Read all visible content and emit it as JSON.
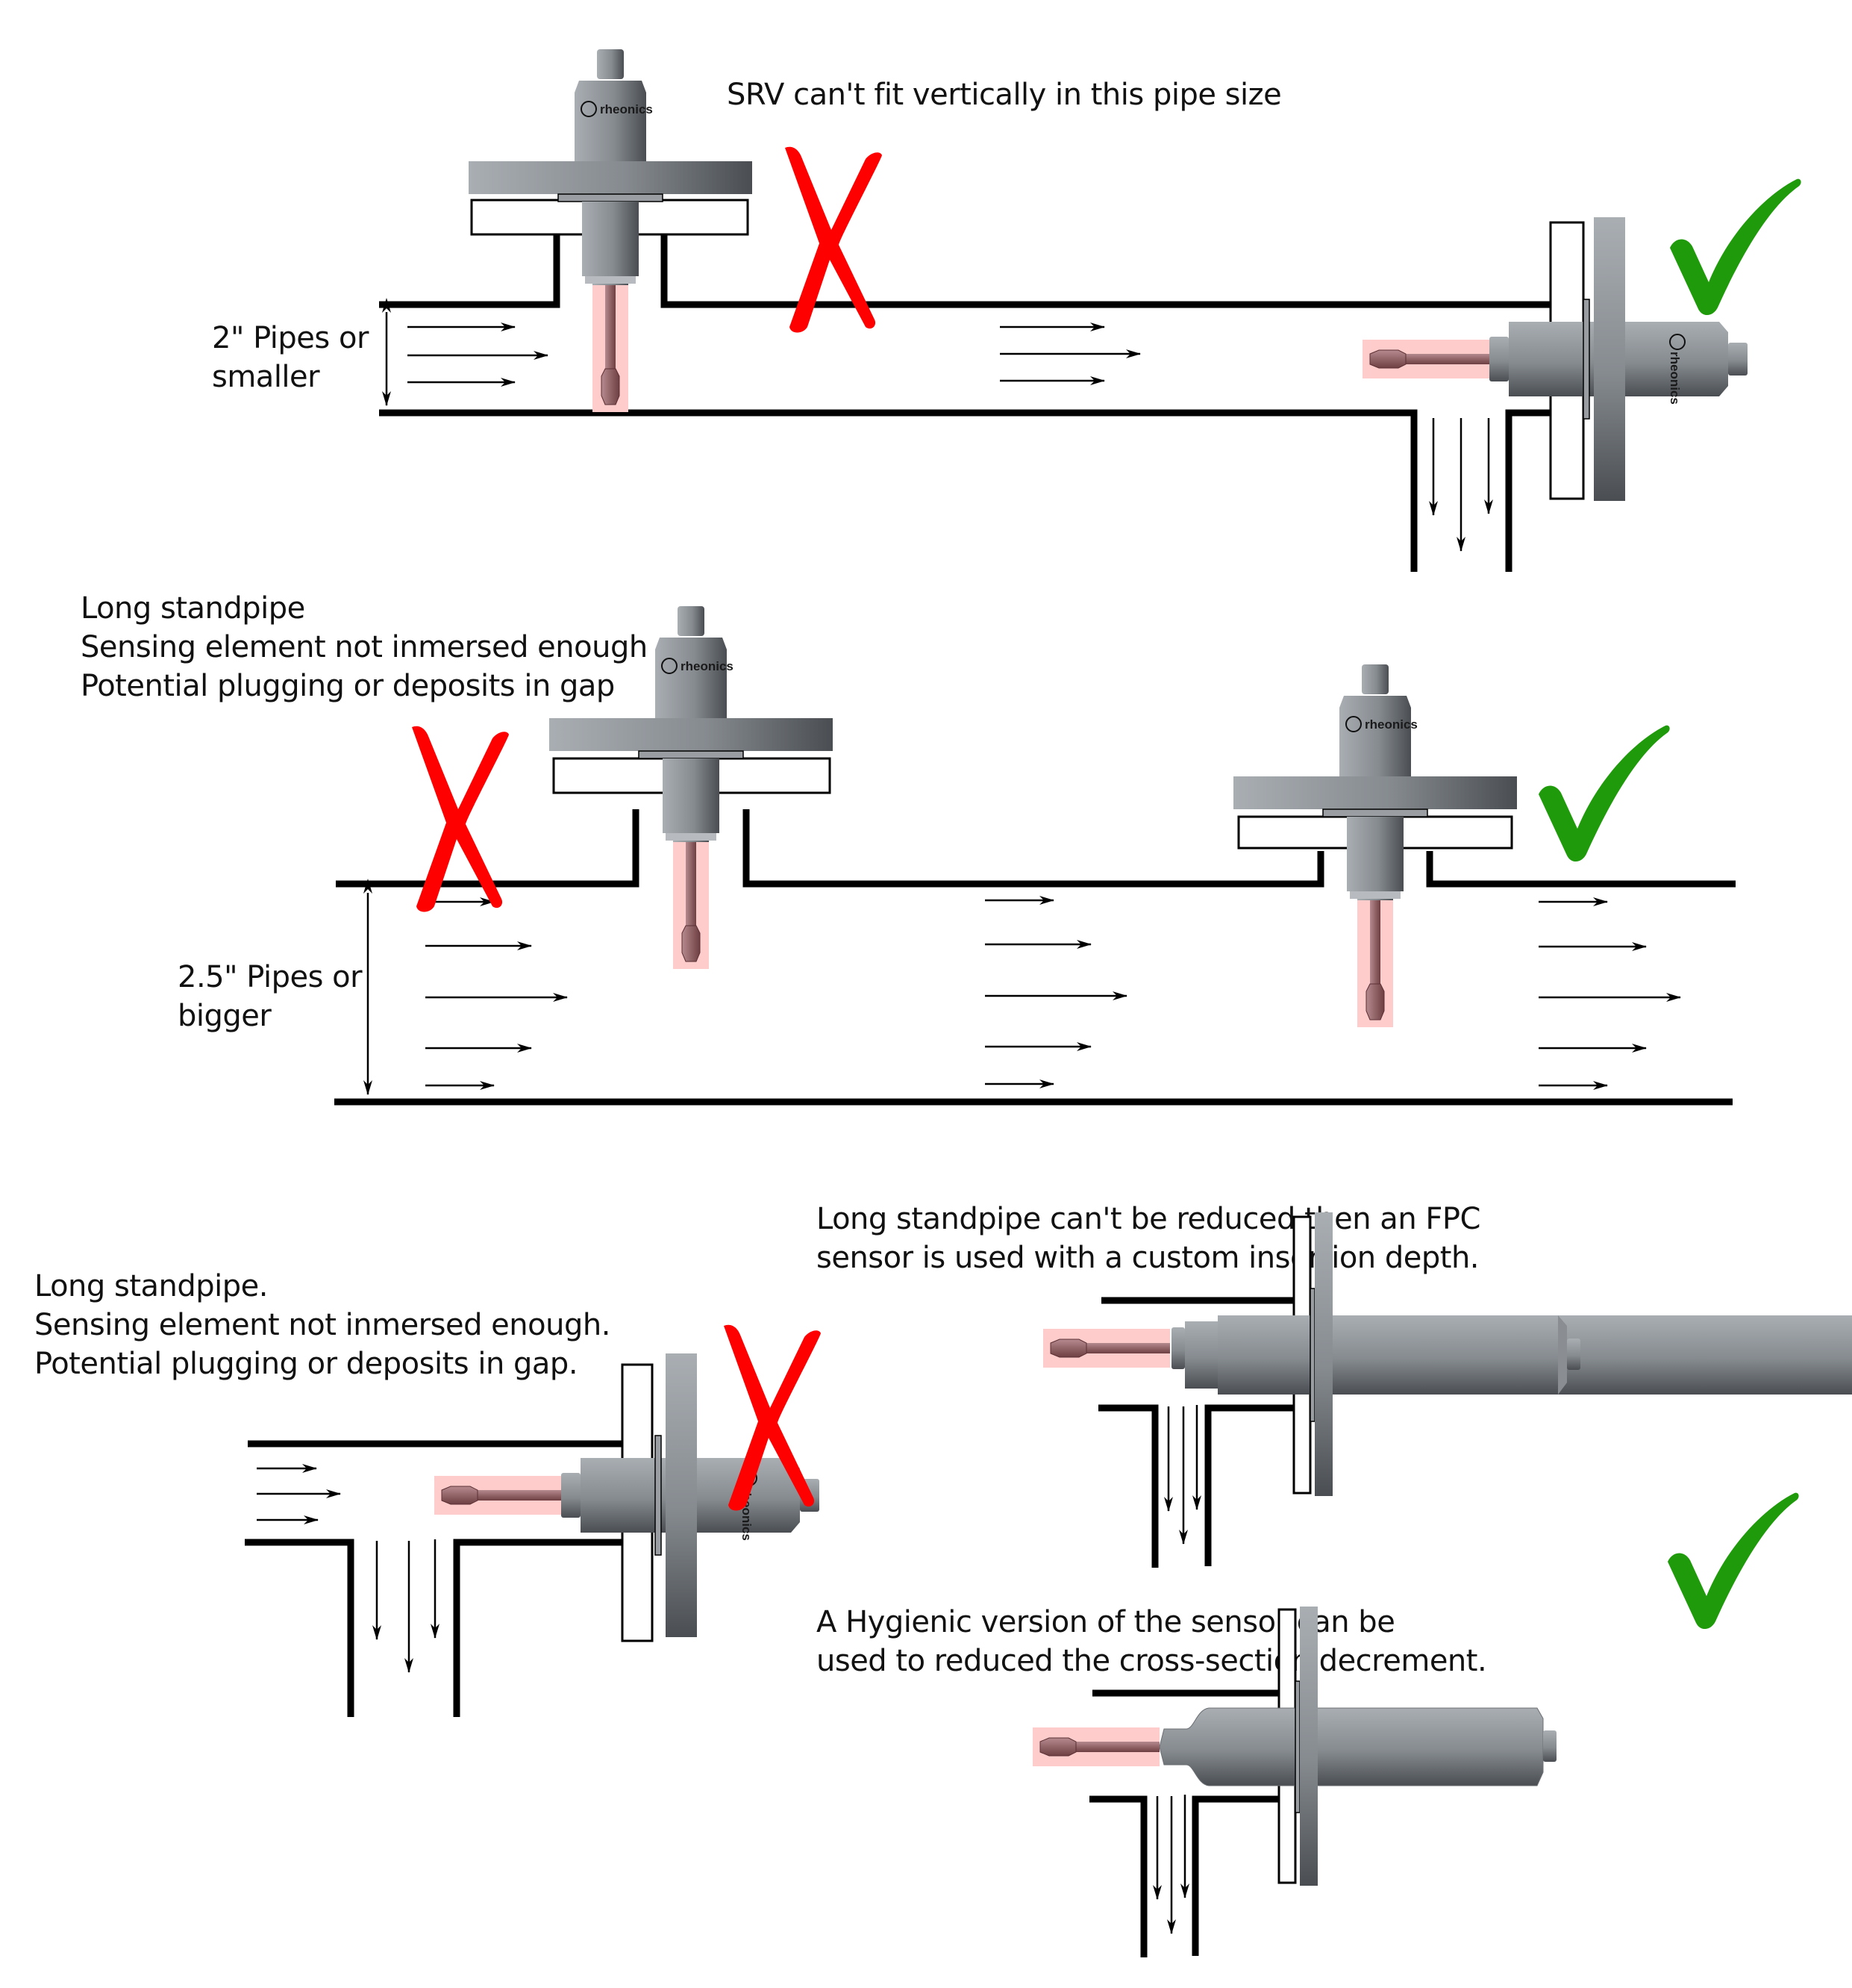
{
  "title": "SRV / FPC sensor installation guidance in pipes",
  "brand_logo_text": "rheonics",
  "colors": {
    "pipe_wall": "#000000",
    "sensor_metal": "#8c9197",
    "sensing_element": "#a06a6e",
    "sensing_highlight": "#ffcccc",
    "incorrect_mark": "#ff0000",
    "correct_mark": "#1e9a0a"
  },
  "icons": {
    "incorrect": "red-x-cross",
    "correct": "green-checkmark",
    "flow": "arrow-right",
    "dimension": "double-headed-arrow"
  },
  "sections": [
    {
      "id": "small-pipe",
      "dimension_label": [
        "2\" Pipes or",
        "smaller"
      ],
      "cases": [
        {
          "id": "vertical-srv-small-pipe",
          "verdict": "incorrect",
          "orientation": "vertical",
          "caption": [
            "SRV can't fit vertically in this pipe size"
          ]
        },
        {
          "id": "horizontal-srv-elbow",
          "verdict": "correct",
          "orientation": "horizontal",
          "caption": []
        }
      ]
    },
    {
      "id": "large-pipe",
      "dimension_label": [
        "2.5\" Pipes or",
        "bigger"
      ],
      "cases": [
        {
          "id": "vertical-srv-long-standpipe",
          "verdict": "incorrect",
          "orientation": "vertical",
          "caption": [
            "Long standpipe",
            "Sensing element not inmersed enough",
            "Potential plugging or deposits in gap"
          ]
        },
        {
          "id": "vertical-srv-short-standpipe",
          "verdict": "correct",
          "orientation": "vertical",
          "caption": []
        }
      ]
    },
    {
      "id": "elbow-installations",
      "cases": [
        {
          "id": "horizontal-srv-long-standpipe",
          "verdict": "incorrect",
          "orientation": "horizontal",
          "caption": [
            "Long standpipe.",
            "Sensing element not inmersed enough.",
            "Potential plugging or deposits in gap."
          ]
        },
        {
          "id": "fpc-custom-insertion",
          "verdict": "correct",
          "orientation": "horizontal",
          "caption": [
            "Long standpipe can't be reduced then an FPC",
            "sensor is used with a custom insertion depth."
          ]
        },
        {
          "id": "hygienic-sensor",
          "verdict": "correct",
          "orientation": "horizontal",
          "caption": [
            "A Hygienic version of the sensor can be",
            "used to reduced the cross-section decrement."
          ]
        }
      ]
    }
  ]
}
